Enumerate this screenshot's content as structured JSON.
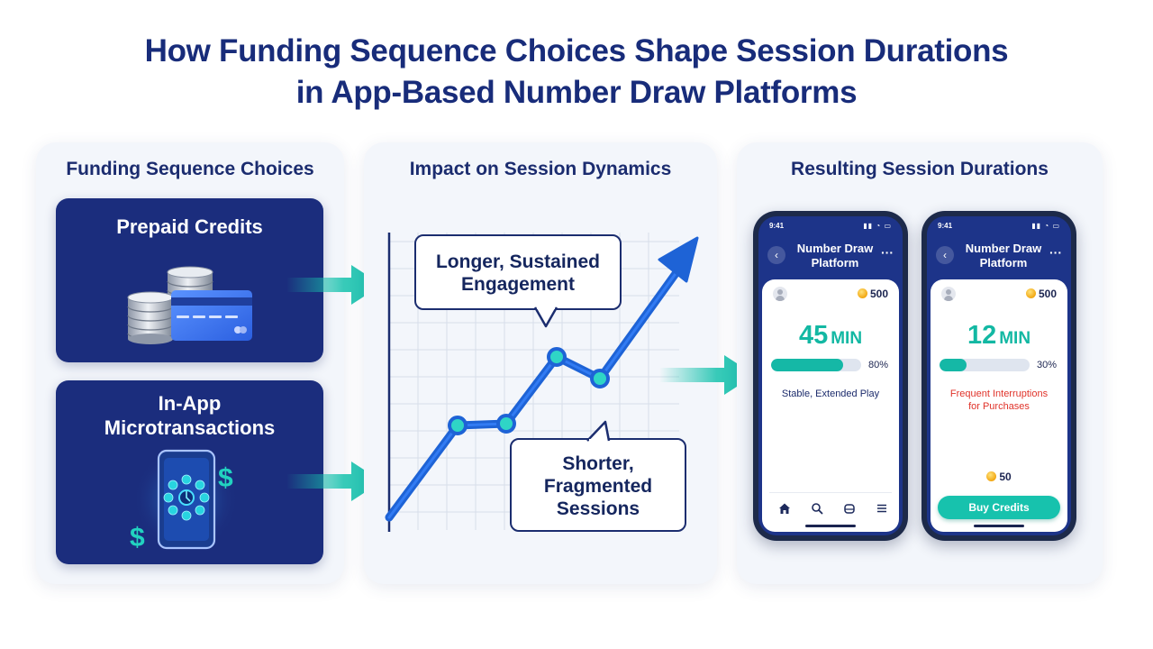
{
  "title": {
    "line1": "How Funding Sequence Choices Shape Session Durations",
    "line2": "in App-Based Number Draw Platforms"
  },
  "left_panel": {
    "heading": "Funding Sequence Choices",
    "cards": [
      {
        "label": "Prepaid Credits",
        "icon": "coins-and-credit-card-icon"
      },
      {
        "label_line1": "In-App",
        "label_line2": "Microtransactions",
        "icon": "smartphone-dollar-icon"
      }
    ]
  },
  "middle_panel": {
    "heading": "Impact on Session Dynamics",
    "callout_top": {
      "line1": "Longer, Sustained",
      "line2": "Engagement"
    },
    "callout_bottom": {
      "line1": "Shorter,",
      "line2": "Fragmented",
      "line3": "Sessions"
    }
  },
  "right_panel": {
    "heading": "Resulting Session Durations",
    "phones": [
      {
        "time": "9:41",
        "app_title_line1": "Number Draw",
        "app_title_line2": "Platform",
        "balance": "500",
        "minutes": "45",
        "unit": "MIN",
        "progress": 0.8,
        "progress_label": "80%",
        "status": "Stable, Extended Play",
        "status_color": "#1b2a6b",
        "nav_icons": [
          "home-icon",
          "search-icon",
          "ticket-icon",
          "menu-icon"
        ]
      },
      {
        "time": "9:41",
        "app_title_line1": "Number Draw",
        "app_title_line2": "Platform",
        "balance": "500",
        "minutes": "12",
        "unit": "MIN",
        "progress": 0.3,
        "progress_label": "30%",
        "status_line1": "Frequent Interruptions",
        "status_line2": "for Purchases",
        "status_color": "#e0332a",
        "small_balance": "50",
        "buy_button": "Buy Credits"
      }
    ]
  },
  "colors": {
    "navy": "#1b2d7d",
    "teal": "#15b8a6",
    "trend_line": "#1e63d6",
    "alert_red": "#e0332a"
  }
}
